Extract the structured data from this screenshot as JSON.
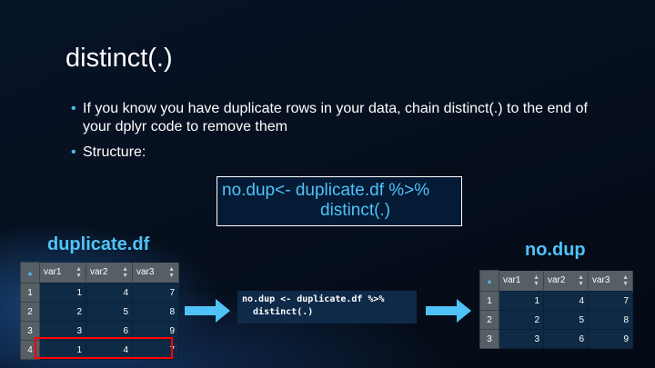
{
  "title": "distinct(.)",
  "bullets": [
    "If you know you have duplicate rows in your data, chain distinct(.) to the end of your dplyr code to remove them",
    "Structure:"
  ],
  "code_box": {
    "line1": "no.dup<- duplicate.df %>%",
    "line2": "distinct(.)"
  },
  "small_code": {
    "line1": "no.dup <- duplicate.df %>%",
    "line2": "  distinct(.)"
  },
  "left_table": {
    "label": "duplicate.df",
    "columns": [
      "var1",
      "var2",
      "var3"
    ],
    "rows": [
      [
        "1",
        "1",
        "4",
        "7"
      ],
      [
        "2",
        "2",
        "5",
        "8"
      ],
      [
        "3",
        "3",
        "6",
        "9"
      ],
      [
        "4",
        "1",
        "4",
        "7"
      ]
    ],
    "highlighted_row": 4
  },
  "right_table": {
    "label": "no.dup",
    "columns": [
      "var1",
      "var2",
      "var3"
    ],
    "rows": [
      [
        "1",
        "1",
        "4",
        "7"
      ],
      [
        "2",
        "2",
        "5",
        "8"
      ],
      [
        "3",
        "3",
        "6",
        "9"
      ]
    ]
  },
  "colors": {
    "accent": "#4fc3f7",
    "highlight": "#ff0000"
  }
}
